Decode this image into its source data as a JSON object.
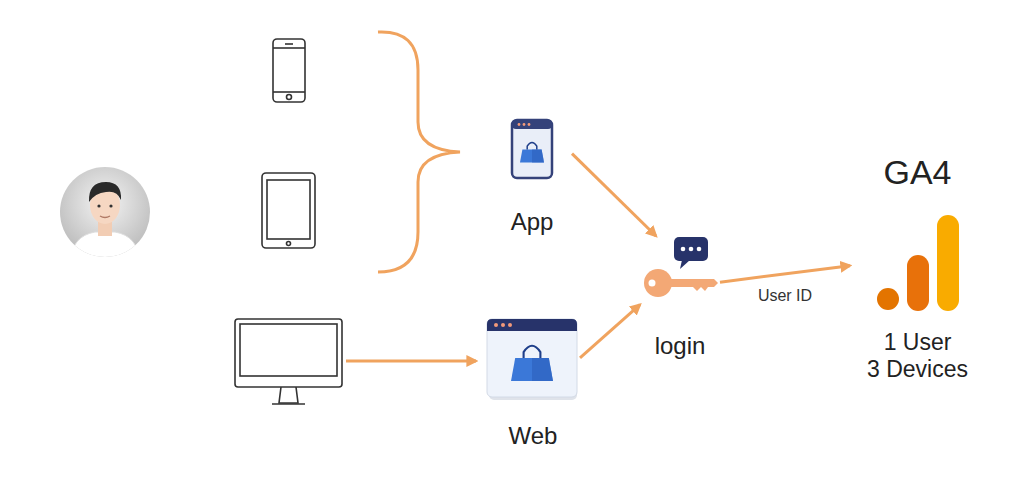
{
  "diagram": {
    "nodes": [
      {
        "text": [
          "App"
        ]
      },
      {
        "text": [
          "Web"
        ]
      },
      {
        "text": [
          "login"
        ]
      },
      {
        "text": [
          "GA4",
          "1 User",
          "3 Devices"
        ]
      }
    ],
    "edges": [
      {
        "from": 0,
        "to": 2,
        "arrow": "to"
      },
      {
        "from": 1,
        "to": 2,
        "arrow": "to"
      },
      {
        "from": 2,
        "to": 3,
        "label": "User ID",
        "arrow": "to"
      }
    ]
  }
}
